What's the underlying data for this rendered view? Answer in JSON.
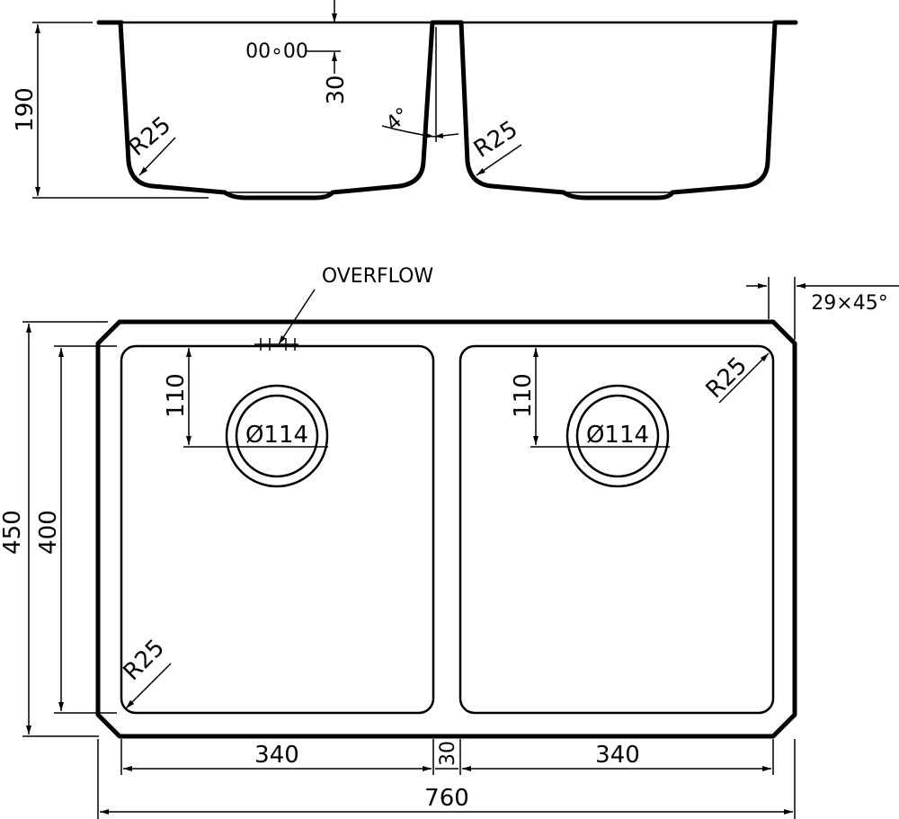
{
  "section_view": {
    "depth": "190",
    "overflow_offset": "30",
    "overflow_symbol": "00∘00",
    "wall_angle": "4°",
    "left_radius": "R25",
    "right_radius": "R25"
  },
  "plan_view": {
    "overflow_label": "OVERFLOW",
    "chamfer": "29×45°",
    "outer_depth": "450",
    "bowl_depth": "400",
    "left_drain_offset": "110",
    "right_drain_offset": "110",
    "left_drain_diameter": "Ø114",
    "right_drain_diameter": "Ø114",
    "corner_radius_top_right": "R25",
    "corner_radius_bottom_left": "R25",
    "left_bowl_width": "340",
    "divider_width": "30",
    "right_bowl_width": "340",
    "overall_width": "760"
  },
  "colors": {
    "line": "#000000",
    "background": "#ffffff"
  }
}
